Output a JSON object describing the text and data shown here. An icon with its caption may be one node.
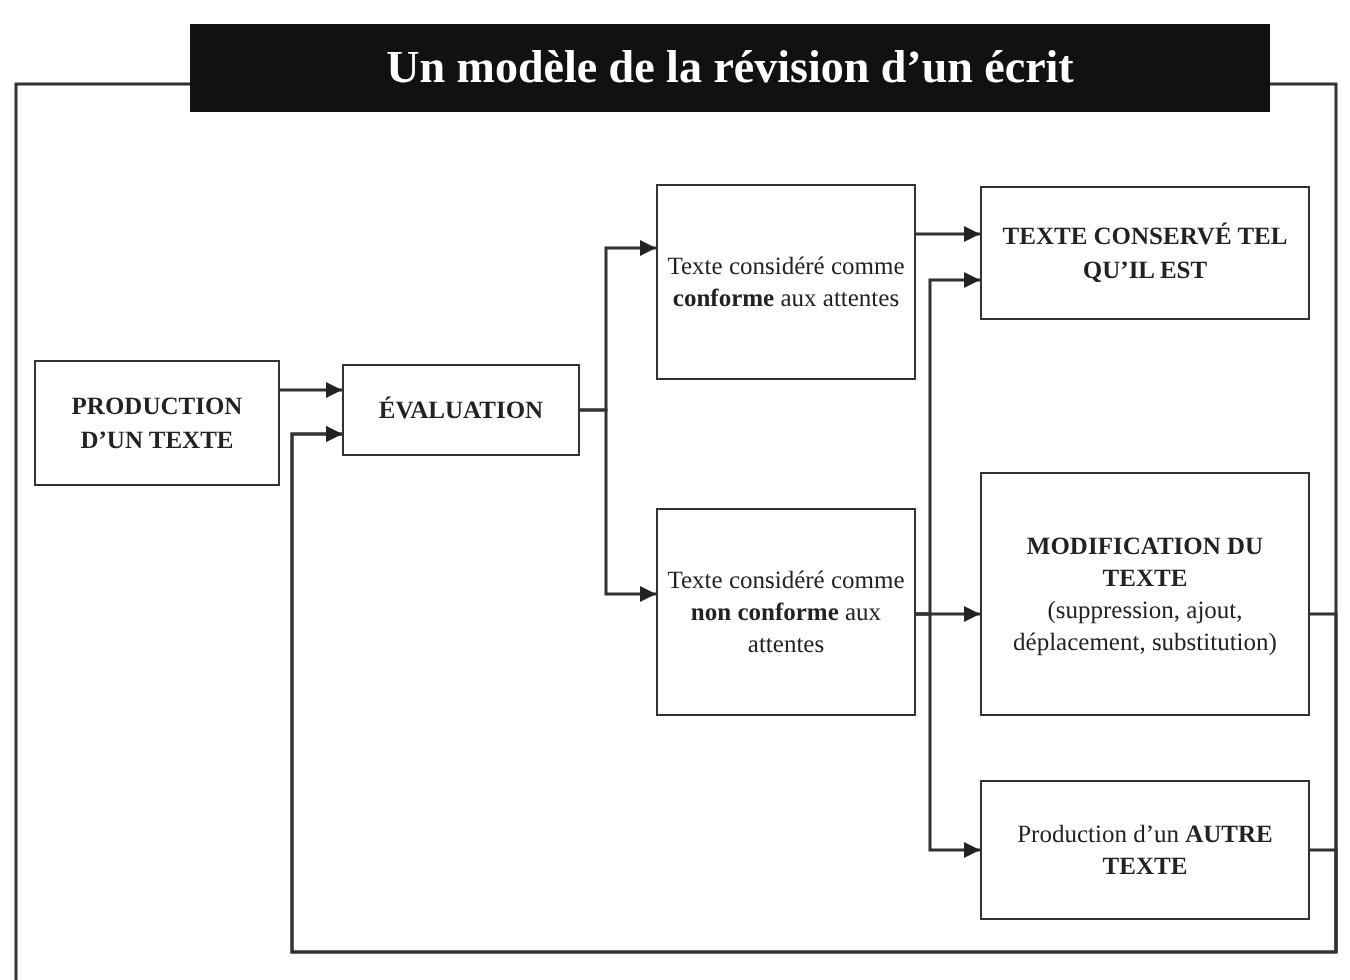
{
  "diagram": {
    "title": "Un modèle de la révision d’un écrit",
    "nodes": [
      {
        "text": [
          "PRODUCTION D’UN TEXTE"
        ]
      },
      {
        "text": [
          "ÉVALUATION"
        ]
      },
      {
        "text": [
          "Texte considéré comme **conforme** aux attentes"
        ]
      },
      {
        "text": [
          "TEXTE CONSERVÉ TEL QU’IL EST"
        ]
      },
      {
        "text": [
          "Texte considéré comme **non conforme** aux attentes"
        ]
      },
      {
        "text": [
          "MODIFICATION DU TEXTE",
          "(suppression, ajout, déplacement, substitution)"
        ]
      },
      {
        "text": [
          "Production d’un **AUTRE TEXTE**"
        ]
      }
    ],
    "edges": [
      {
        "from": 0,
        "to": 1,
        "arrow": "to"
      },
      {
        "from": 1,
        "to": 2,
        "arrow": "to"
      },
      {
        "from": 1,
        "to": 4,
        "arrow": "to"
      },
      {
        "from": 2,
        "to": 3,
        "arrow": "to"
      },
      {
        "from": 4,
        "to": 3,
        "arrow": "to"
      },
      {
        "from": 4,
        "to": 5,
        "arrow": "to"
      },
      {
        "from": 4,
        "to": 6,
        "arrow": "to"
      },
      {
        "from": 5,
        "to": 1,
        "arrow": "to"
      },
      {
        "from": 6,
        "to": 1,
        "arrow": "to"
      }
    ]
  }
}
